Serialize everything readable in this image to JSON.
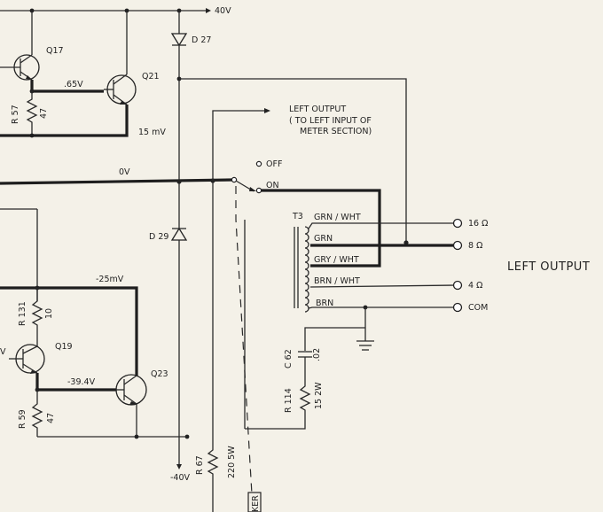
{
  "labels": {
    "rail_pos": "40V",
    "rail_neg": "-40V",
    "d27": "D 27",
    "d29": "D 29",
    "q17": "Q17",
    "q21": "Q21",
    "q19": "Q19",
    "q23": "Q23",
    "v_065": ".65V",
    "v_15mv": "15 mV",
    "v_0v": "0V",
    "v_m25mv": "-25mV",
    "v_m394": "-39.4V",
    "r57": "R 57",
    "r57_val": "47",
    "r59": "R 59",
    "r59_val": "47",
    "r131": "R 131",
    "r131_val": "10",
    "r67": "R 67",
    "r67_val": "220 5W",
    "r114": "R 114",
    "r114_val": "15 2W",
    "c62": "C 62",
    "c62_val": ".02",
    "left_output_1": "LEFT OUTPUT",
    "left_output_2": "( TO LEFT INPUT OF",
    "left_output_3": "METER SECTION)",
    "sw_off": "OFF",
    "sw_on": "ON",
    "t3": "T3",
    "grn_wht": "GRN / WHT",
    "grn": "GRN",
    "gry_wht": "GRY / WHT",
    "brn_wht": "BRN / WHT",
    "brn": "BRN",
    "t_16": "16 Ω",
    "t_8": "8 Ω",
    "t_4": "4 Ω",
    "t_com": "COM",
    "left_output_big": "LEFT OUTPUT",
    "partial_v": "V",
    "partial_ker": "KER"
  }
}
